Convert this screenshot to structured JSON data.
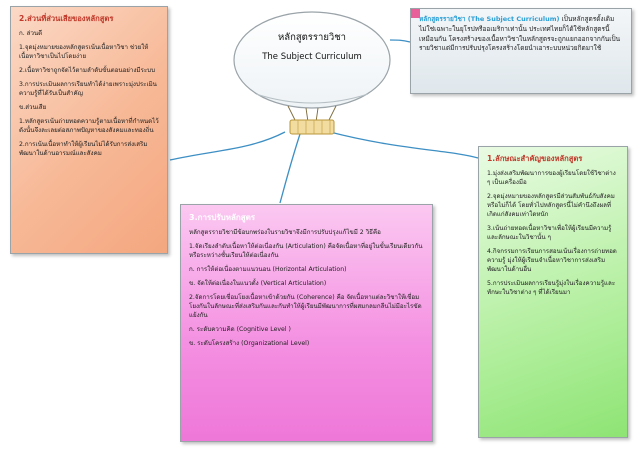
{
  "balloon": {
    "title_th": "หลักสูตรรายวิชา",
    "title_en": "The Subject Curriculum"
  },
  "stakeholders": {
    "title": "2.ส่วนที่ส่วนเสียของหลักสูตร",
    "paragraphs": [
      "ก. ส่วนดี",
      "1.จุดมุ่งหมายของหลักสูตรเน้นเนื้อหาวิชา ช่วยให้เนื้อหาวิชาเป็นไปโดยง่าย",
      "2.เนื้อหาวิชาถูกจัดไว้ตามลำดับขั้นตอนอย่างมีระบบ",
      "3.การประเมินผลการเรียนทำได้ง่ายเพราะมุ่งประเมินความรู้ที่ได้รับเป็นสำคัญ",
      "ข.ส่วนเสีย",
      "1.หลักสูตรเน้นถ่ายทอดความรู้ตามเนื้อหาที่กำหนดไว้ ดังนั้นจึงละเลยต่อสภาพปัญหาของสังคมและทองถิ่น",
      "2.การเน้นเนื้อหาทำให้ผู้เรียนไม่ได้รับการส่งเสริมพัฒนาในด้านอารมณ์และสังคม"
    ]
  },
  "meaning": {
    "highlight": "หลักสูตรรายวิชา (The Subject Curriculum)",
    "text": " เป็นหลักสูตรดั้งเดิม ไม่ใช่เฉพาะในยุโรปหรืออเมริกาเท่านั้น ประเทศไทยก็ได้ใช้หลักสูตรนี้เหมือนกัน โครงสร้างของเนื้อหาวิชาในหลักสูตรจะถูกแยกออกจากกันเป็นรายวิชาแต่มีการปรับปรุงโครงสร้างโดยนำเอาระบบหน่วยกิตมาใช้"
  },
  "improve": {
    "title": "3.การปรับหลักสูตร",
    "paragraphs": [
      "หลักสูตรรายวิชามีข้อบกพร่องในรายวิชาจึงมีการปรับปรุงแก้ไขมี 2 วิธีคือ",
      "1.จัดเรียงลำดับเนื้อหาให้ต่อเนื่องกัน (Articulation) คือจัดเนื้อหาที่อยู่ในขั้นเรียนเดียวกันหรือระหว่างชั้นเรียนให้ต่อเนื่องกัน",
      "ก. การให้ต่อเนื่องตามแนวนอน (Horizontal Articulation)",
      "ข. จัดให้ต่อเนื่องในแนวตั้ง (Vertical Articulation)",
      "2.จัดการโดยเชื่อมโยงเนื้อหาเข้าด้วยกัน (Coherence) คือ จัดเนื้อหาแต่ละวิชาให้เชื่อมโยงกันในลักษณะที่ส่งเสริมกันและกันทำให้ผู้เรียนมีพัฒนาการที่ผสมกลมกลืนไม่มีอะไรขัดแย้งกัน",
      "ก. ระดับความคิด (Cognitive Level )",
      "ข. ระดับโครงสร้าง (Organizational Level)"
    ]
  },
  "features": {
    "title": "1.ลักษณะสำคัญของหลักสูตร",
    "paragraphs": [
      "1.มุ่งส่งเสริมพัฒนาการของผู้เรียนโดยใช้วิชาต่าง ๆ เป็นเครื่องมือ",
      "2.จุดมุ่งหมายของหลักสูตรมีส่วนสัมพันธ์กับสังคมหรือไม่ก็ได้ โดยทั่วไปหลักสูตรนี้ไม่คำนึงถึงผลที่เกิดแก่สังคมเท่าใดหนัก",
      "3.เน้นถ่ายทอดเนื้อหาวิชาเพื่อให้ผู้เรียนมีความรู้ และลักษณะในวิชานั้น ๆ",
      "4.กิจกรรมการเรียนการสอนเน้นเรื่องการถ่ายทอดความรู้ มุ่งให้ผู้เรียนจำเนื้อหาวิชาการส่งเสริมพัฒนาในด้านอื่น",
      "5.การประเมินผลการเรียนรู้มุ่งในเรื่องความรู้และทักษะในวิชาต่าง ๆ ที่ได้เรียนมา"
    ]
  },
  "colors": {
    "stakeholders_title": "#c0392b",
    "meaning_highlight": "#2a9fd6",
    "improve_title": "#ffffff",
    "features_title": "#c0392b",
    "connector": "#3d8fc4"
  }
}
